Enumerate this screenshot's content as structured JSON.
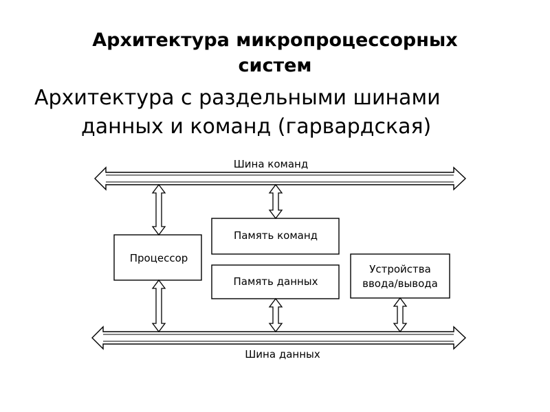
{
  "title": {
    "line1": "Архитектура микропроцессорных",
    "line2": "систем"
  },
  "subtitle": {
    "line1": "Архитектура с раздельными шинами",
    "line2": "данных и команд (гарвардская)"
  },
  "diagram": {
    "command_bus_label": "Шина команд",
    "data_bus_label": "Шина данных",
    "processor": "Процессор",
    "command_memory": "Память команд",
    "data_memory": "Память данных",
    "io_device_line1": "Устройства",
    "io_device_line2": "ввода/вывода"
  }
}
